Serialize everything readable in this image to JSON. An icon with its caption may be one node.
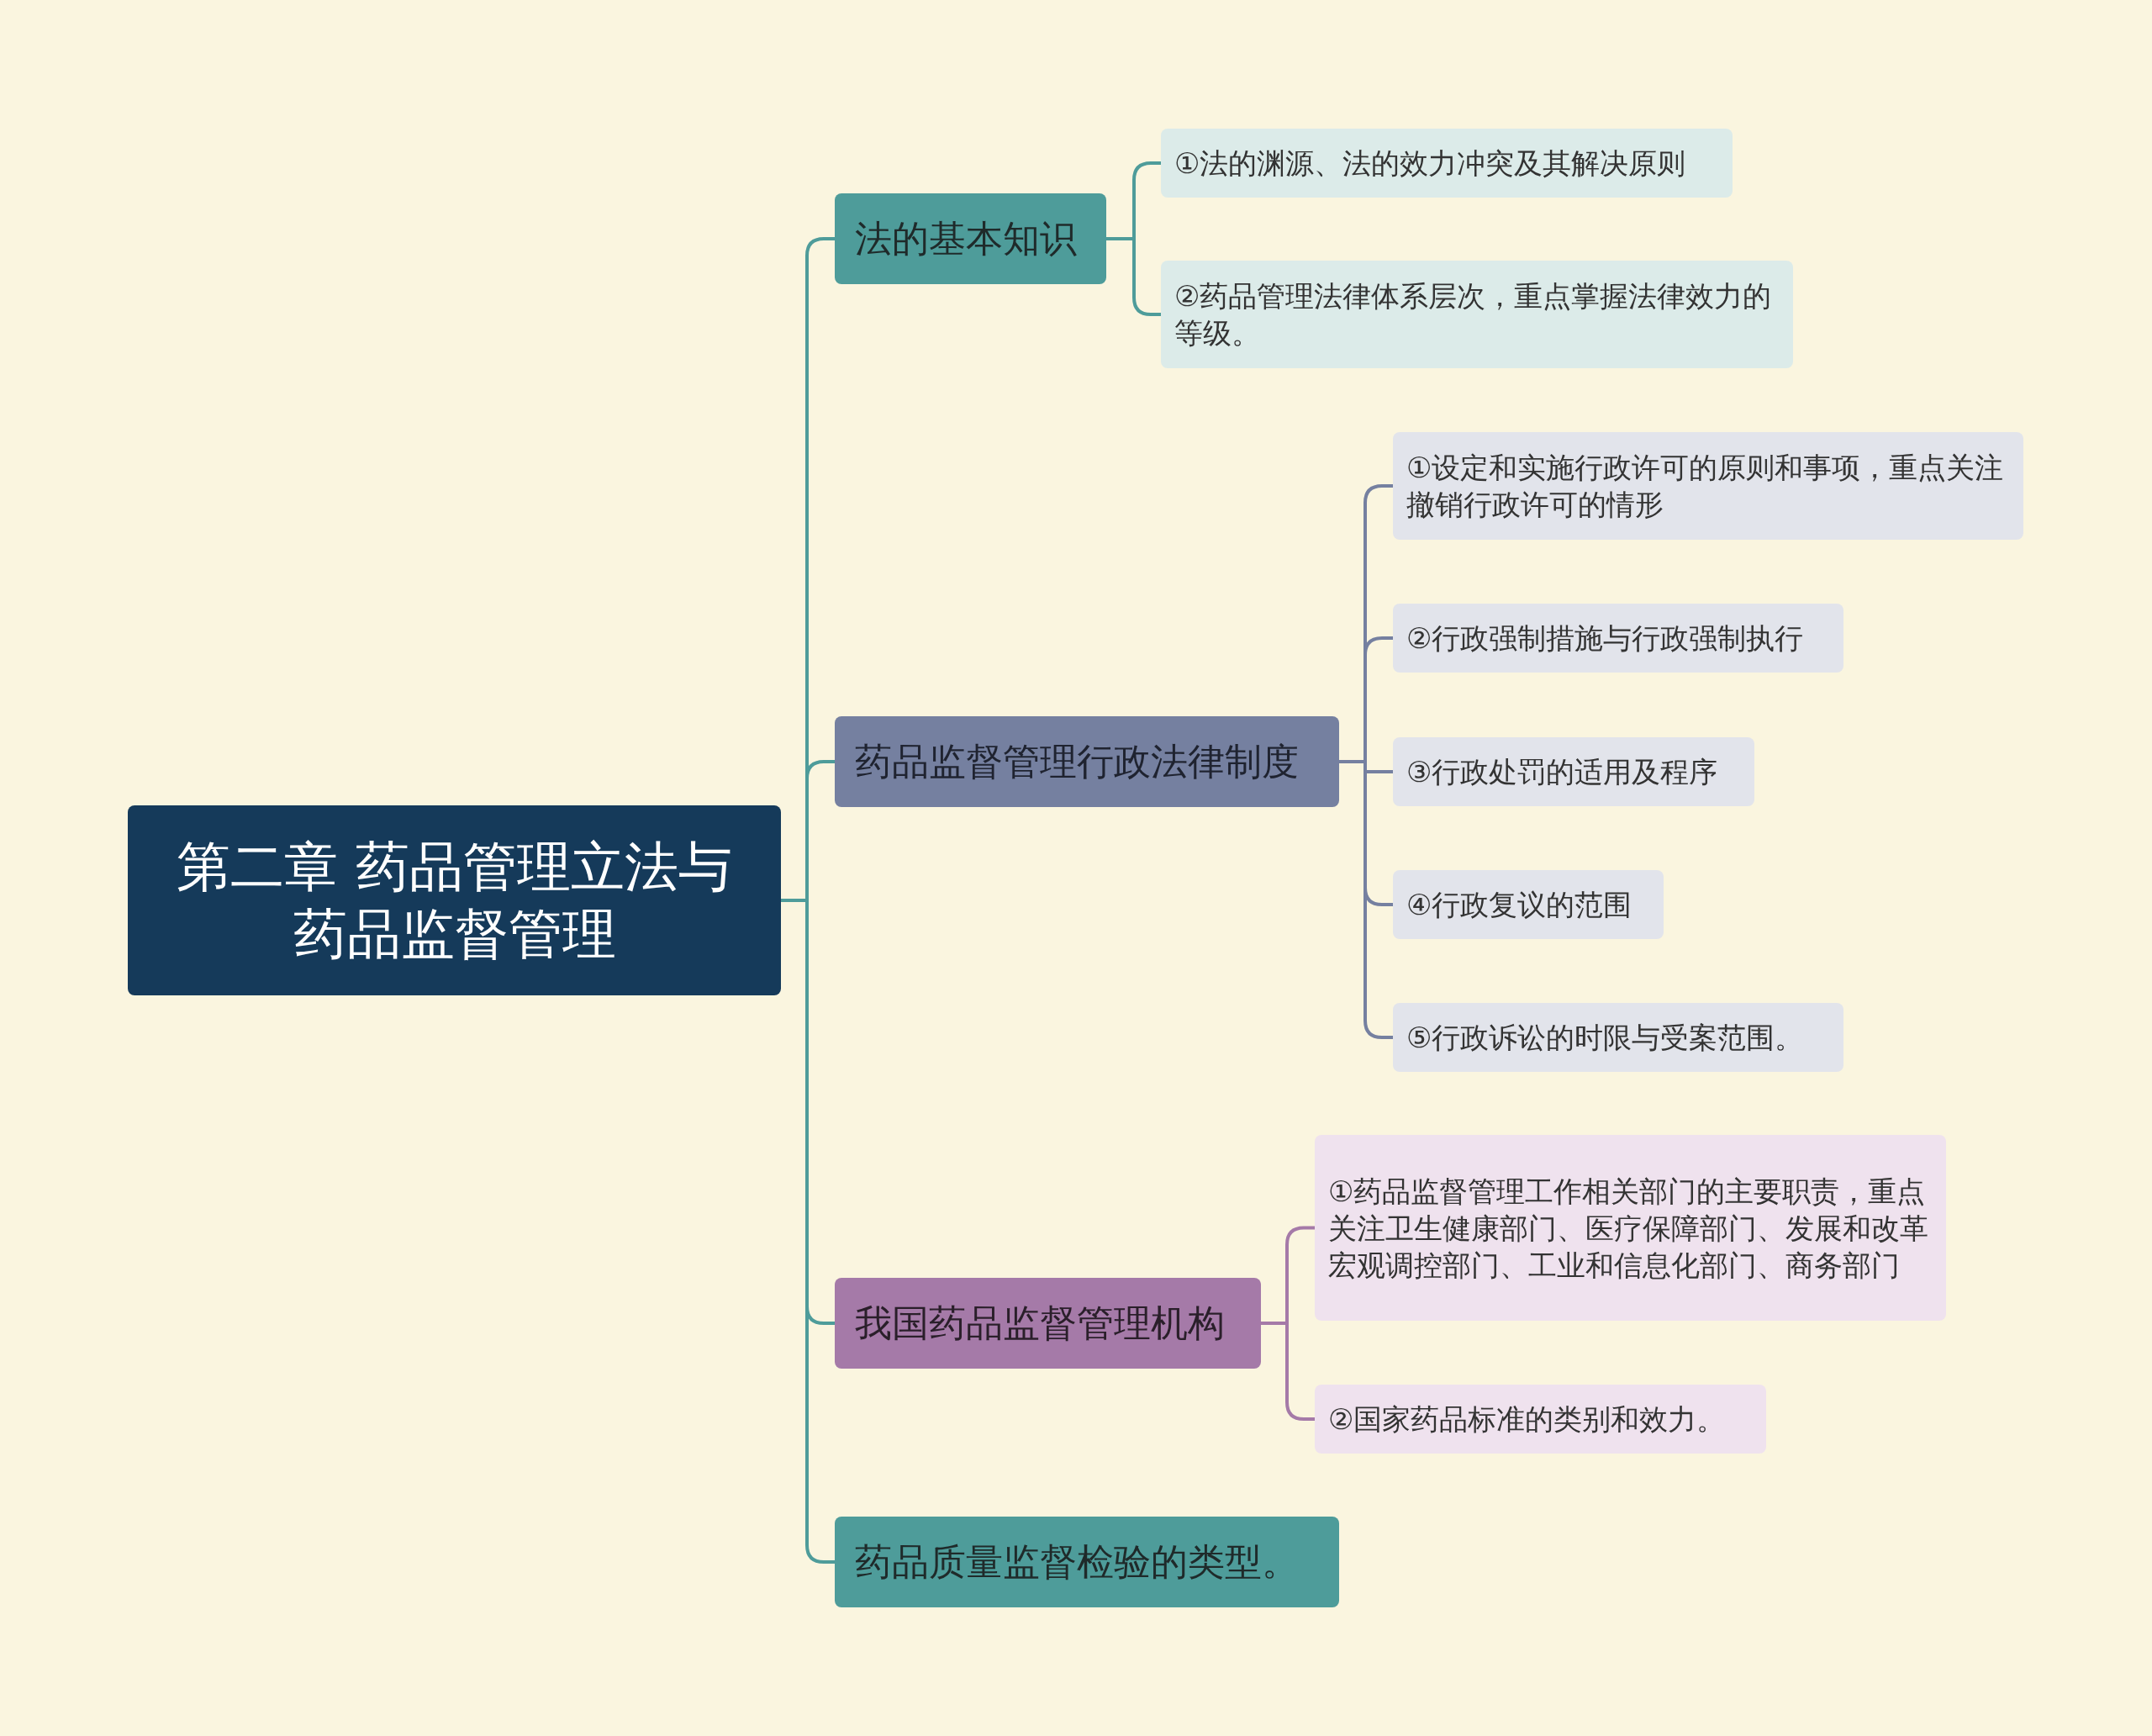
{
  "diagram": {
    "nodes": [
      {
        "text": [
          "第二章 药品管理立法与药品监督管理"
        ]
      },
      {
        "text": [
          "法的基本知识"
        ]
      },
      {
        "text": [
          "①法的渊源、法的效力冲突及其解决原则"
        ]
      },
      {
        "text": [
          "②药品管理法律体系层次，重点掌握法律效力的等级。"
        ]
      },
      {
        "text": [
          "药品监督管理行政法律制度"
        ]
      },
      {
        "text": [
          "①设定和实施行政许可的原则和事项，重点关注撤销行政许可的情形"
        ]
      },
      {
        "text": [
          "②行政强制措施与行政强制执行"
        ]
      },
      {
        "text": [
          "③行政处罚的适用及程序"
        ]
      },
      {
        "text": [
          "④行政复议的范围"
        ]
      },
      {
        "text": [
          "⑤行政诉讼的时限与受案范围。"
        ]
      },
      {
        "text": [
          "我国药品监督管理机构"
        ]
      },
      {
        "text": [
          "①药品监督管理工作相关部门的主要职责，重点关注卫生健康部门、医疗保障部门、发展和改革宏观调控部门、工业和信息化部门、商务部门"
        ]
      },
      {
        "text": [
          "②国家药品标准的类别和效力。"
        ]
      },
      {
        "text": [
          "药品质量监督检验的类型。"
        ]
      }
    ],
    "edges": [
      {
        "from": 0,
        "to": 1,
        "arrow": "none"
      },
      {
        "from": 0,
        "to": 4,
        "arrow": "none"
      },
      {
        "from": 0,
        "to": 10,
        "arrow": "none"
      },
      {
        "from": 0,
        "to": 13,
        "arrow": "none"
      },
      {
        "from": 1,
        "to": 2,
        "arrow": "none"
      },
      {
        "from": 1,
        "to": 3,
        "arrow": "none"
      },
      {
        "from": 4,
        "to": 5,
        "arrow": "none",
        "color": "#7580a0"
      },
      {
        "from": 4,
        "to": 6,
        "arrow": "none",
        "color": "#7580a0"
      },
      {
        "from": 4,
        "to": 7,
        "arrow": "none",
        "color": "#7580a0"
      },
      {
        "from": 4,
        "to": 8,
        "arrow": "none",
        "color": "#7580a0"
      },
      {
        "from": 4,
        "to": 9,
        "arrow": "none",
        "color": "#7580a0"
      },
      {
        "from": 10,
        "to": 11,
        "arrow": "none",
        "color": "#a57aa8"
      },
      {
        "from": 10,
        "to": 12,
        "arrow": "none",
        "color": "#a57aa8"
      }
    ]
  }
}
